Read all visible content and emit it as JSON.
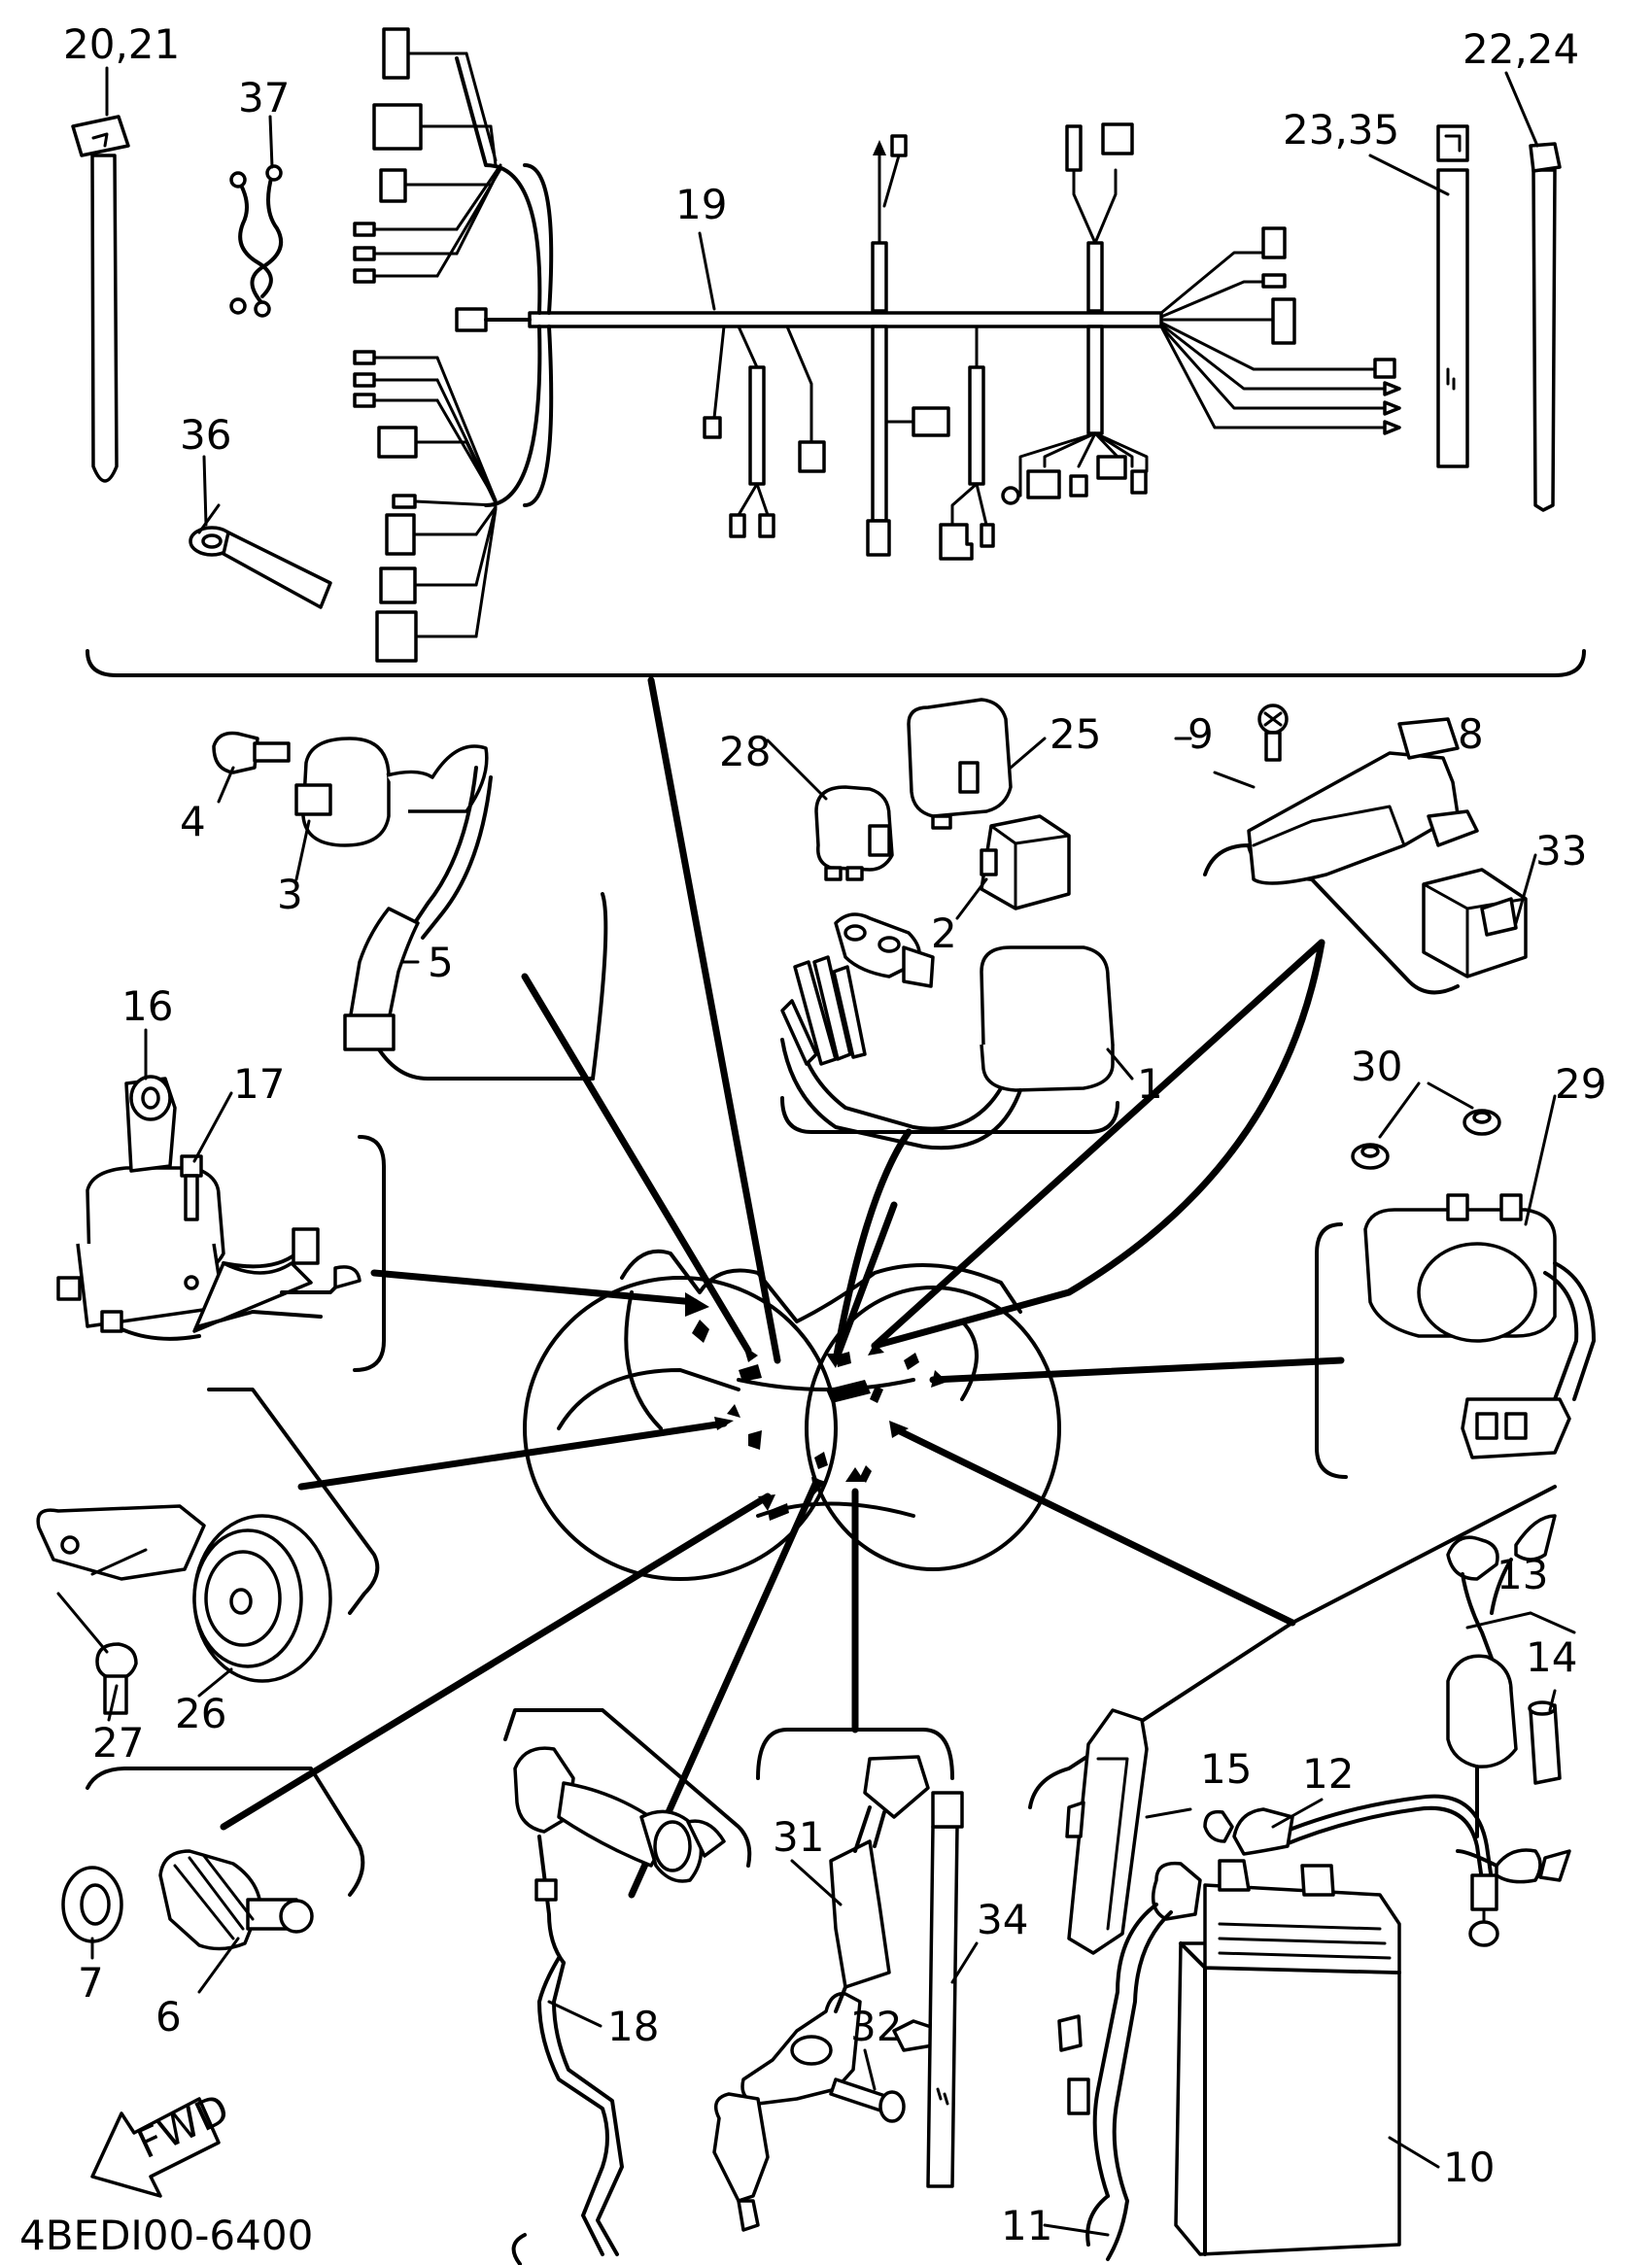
{
  "diagram": {
    "drawing_code": "4BEDI00-6400",
    "fwd_label": "FWD",
    "callouts": {
      "c1": "1",
      "c2": "2",
      "c3": "3",
      "c4": "4",
      "c5": "5",
      "c6": "6",
      "c7": "7",
      "c8": "8",
      "c9": "9",
      "c10": "10",
      "c11": "11",
      "c12": "12",
      "c13": "13",
      "c14": "14",
      "c15": "15",
      "c16": "16",
      "c17": "17",
      "c18": "18",
      "c19": "19",
      "c20_21": "20,21",
      "c22_24": "22,24",
      "c23_35": "23,35",
      "c25": "25",
      "c26": "26",
      "c27": "27",
      "c28": "28",
      "c29": "29",
      "c30": "30",
      "c31": "31",
      "c32": "32",
      "c33": "33",
      "c34": "34",
      "c36": "36",
      "c37": "37"
    }
  }
}
